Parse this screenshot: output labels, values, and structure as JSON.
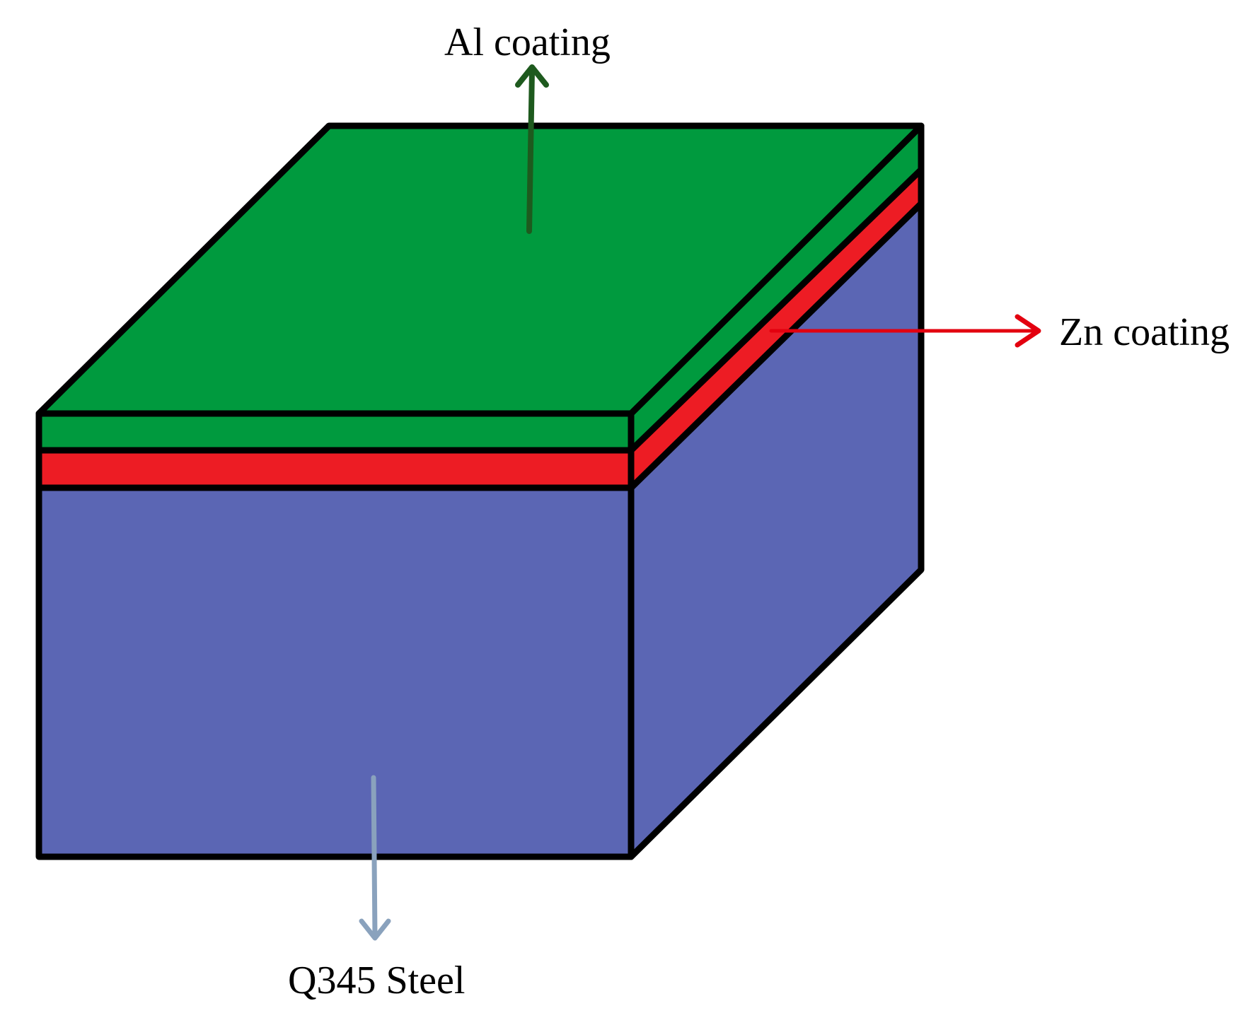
{
  "labels": {
    "al_coating": "Al coating",
    "zn_coating": "Zn coating",
    "steel": "Q345 Steel"
  },
  "colors": {
    "al_layer": "#009a3e",
    "zn_layer": "#ed1c24",
    "steel_body": "#5b66b4",
    "outline": "#000000",
    "al_arrow": "#1e5a1e",
    "zn_arrow": "#e3000f",
    "steel_arrow": "#8aa2bd"
  }
}
